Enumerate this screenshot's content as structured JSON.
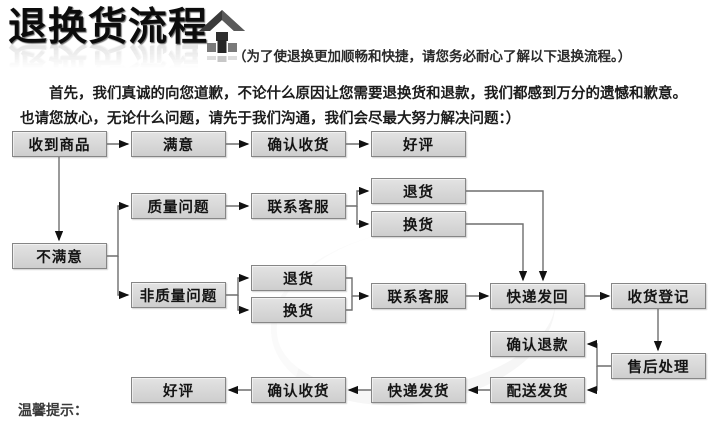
{
  "header": {
    "title": "退换货流程",
    "subtitle": "（为了使退换更加顺畅和快捷，请您务必耐心了解以下退换流程。）",
    "logo_icon": "house-up-arrow-icon"
  },
  "intro": {
    "text": "首先，我们真诚的向您道歉，不论什么原因让您需要退换货和退款，我们都感到万分的遗憾和歉意。也请您放心，无论什么问题，请先于我们沟通，我们会尽最大努力解决问题：）"
  },
  "footer": {
    "tip_label": "温馨提示："
  },
  "colors": {
    "box_fill": "#d7d7d7",
    "box_border": "#868686",
    "connector_line": "#6e6e6e",
    "arrowhead": "#111111",
    "title_text": "#0c0c0c"
  },
  "flowchart": {
    "nodes": [
      {
        "id": "received",
        "label": "收到商品"
      },
      {
        "id": "satisfied",
        "label": "满意"
      },
      {
        "id": "confirm-receipt-1",
        "label": "确认收货"
      },
      {
        "id": "good-review-1",
        "label": "好评"
      },
      {
        "id": "quality-issue",
        "label": "质量问题"
      },
      {
        "id": "contact-service-1",
        "label": "联系客服"
      },
      {
        "id": "return-1",
        "label": "退货"
      },
      {
        "id": "exchange-1",
        "label": "换货"
      },
      {
        "id": "unsatisfied",
        "label": "不满意"
      },
      {
        "id": "non-quality-issue",
        "label": "非质量问题"
      },
      {
        "id": "return-2",
        "label": "退货"
      },
      {
        "id": "exchange-2",
        "label": "换货"
      },
      {
        "id": "contact-service-2",
        "label": "联系客服"
      },
      {
        "id": "send-back",
        "label": "快递发回"
      },
      {
        "id": "receipt-register",
        "label": "收货登记"
      },
      {
        "id": "confirm-refund",
        "label": "确认退款"
      },
      {
        "id": "after-sale",
        "label": "售后处理"
      },
      {
        "id": "dispatch-goods",
        "label": "配送发货"
      },
      {
        "id": "express-delivery",
        "label": "快递发货"
      },
      {
        "id": "confirm-receipt-2",
        "label": "确认收货"
      },
      {
        "id": "good-review-2",
        "label": "好评"
      }
    ],
    "edges": [
      {
        "from": "received",
        "to": "satisfied"
      },
      {
        "from": "satisfied",
        "to": "confirm-receipt-1"
      },
      {
        "from": "confirm-receipt-1",
        "to": "good-review-1"
      },
      {
        "from": "received",
        "to": "unsatisfied"
      },
      {
        "from": "unsatisfied",
        "to": "quality-issue"
      },
      {
        "from": "unsatisfied",
        "to": "non-quality-issue"
      },
      {
        "from": "quality-issue",
        "to": "contact-service-1"
      },
      {
        "from": "contact-service-1",
        "to": "return-1"
      },
      {
        "from": "contact-service-1",
        "to": "exchange-1"
      },
      {
        "from": "return-1",
        "to": "send-back"
      },
      {
        "from": "exchange-1",
        "to": "send-back"
      },
      {
        "from": "non-quality-issue",
        "to": "return-2"
      },
      {
        "from": "non-quality-issue",
        "to": "exchange-2"
      },
      {
        "from": "return-2",
        "to": "contact-service-2"
      },
      {
        "from": "exchange-2",
        "to": "contact-service-2"
      },
      {
        "from": "contact-service-2",
        "to": "send-back"
      },
      {
        "from": "send-back",
        "to": "receipt-register"
      },
      {
        "from": "receipt-register",
        "to": "after-sale"
      },
      {
        "from": "after-sale",
        "to": "confirm-refund"
      },
      {
        "from": "after-sale",
        "to": "dispatch-goods"
      },
      {
        "from": "dispatch-goods",
        "to": "express-delivery"
      },
      {
        "from": "express-delivery",
        "to": "confirm-receipt-2"
      },
      {
        "from": "confirm-receipt-2",
        "to": "good-review-2"
      }
    ]
  }
}
